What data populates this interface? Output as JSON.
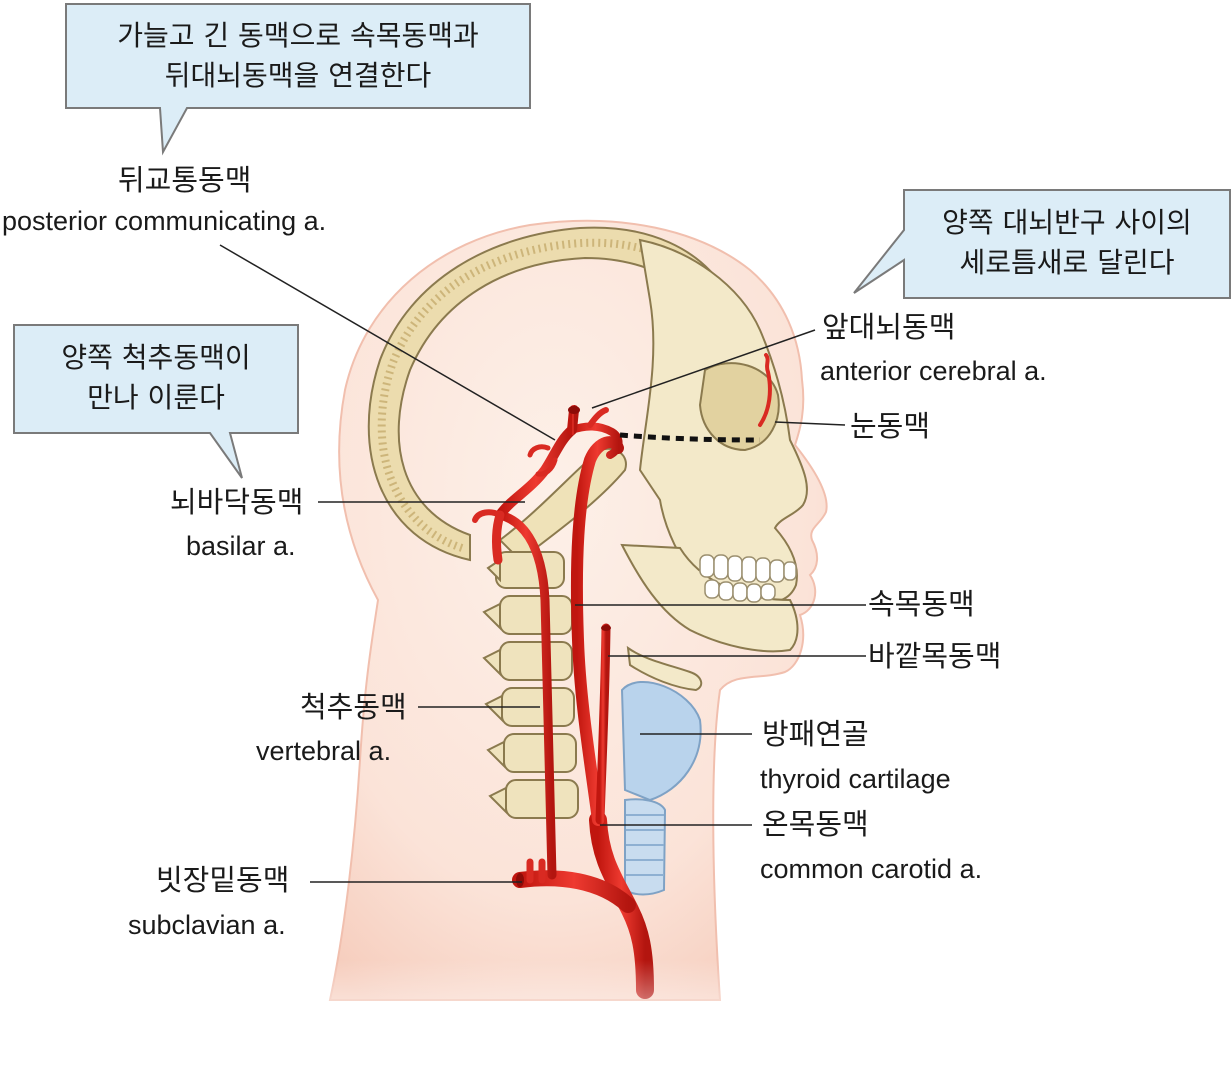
{
  "callouts": {
    "pcom": {
      "line1": "가늘고 긴 동맥으로 속목동맥과",
      "line2": "뒤대뇌동맥을 연결한다"
    },
    "aca": {
      "line1": "양쪽 대뇌반구 사이의",
      "line2": "세로틈새로 달린다"
    },
    "basilar": {
      "line1": "양쪽 척추동맥이",
      "line2": "만나 이룬다"
    }
  },
  "labels": {
    "pcom": {
      "ko": "뒤교통동맥",
      "en": "posterior communicating a."
    },
    "aca": {
      "ko": "앞대뇌동맥",
      "en": "anterior cerebral a."
    },
    "ophthalmic": {
      "ko": "눈동맥"
    },
    "basilar": {
      "ko": "뇌바닥동맥",
      "en": "basilar a."
    },
    "ica": {
      "ko": "속목동맥"
    },
    "eca": {
      "ko": "바깥목동맥"
    },
    "vertebral": {
      "ko": "척추동맥",
      "en": "vertebral a."
    },
    "thyroid": {
      "ko": "방패연골",
      "en": "thyroid cartilage"
    },
    "cca": {
      "ko": "온목동맥",
      "en": "common carotid a."
    },
    "subclavian": {
      "ko": "빗장밑동맥",
      "en": "subclavian a."
    }
  },
  "colors": {
    "artery": "#e02a24",
    "artery_dark": "#a8120e",
    "skin": "#fbe3d8",
    "bone": "#f3e9c9",
    "cartilage": "#b9d3ec",
    "callout_fill": "#dcedf7",
    "callout_border": "#7a7a7a"
  }
}
